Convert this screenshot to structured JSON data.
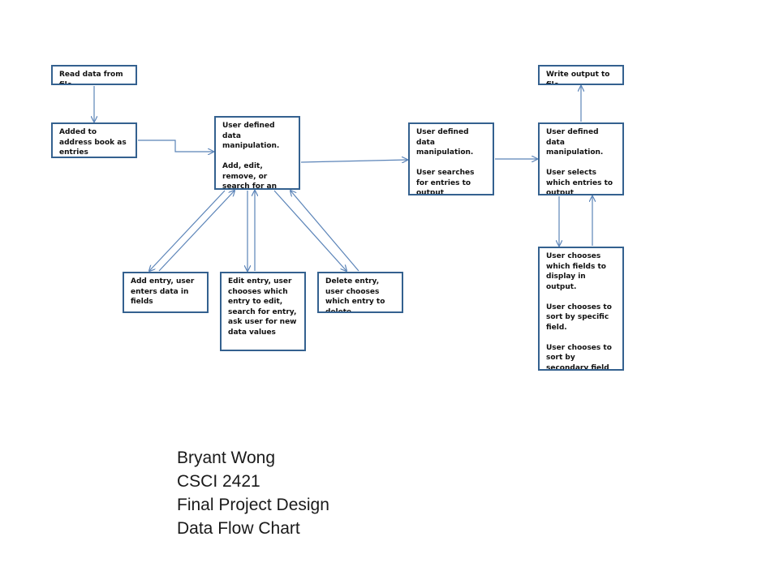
{
  "nodes": {
    "read_file": [
      "Read data from file"
    ],
    "added_entries": [
      "Added to address book as entries"
    ],
    "udm_main": [
      "User defined data manipulation.",
      "Add, edit, remove, or search for an entry."
    ],
    "udm_search": [
      "User defined data manipulation.",
      "User searches for entries to output"
    ],
    "udm_select": [
      "User defined data manipulation.",
      "User selects which entries to output"
    ],
    "write_output": [
      "Write output to file"
    ],
    "add_entry": [
      "Add entry, user enters data in fields"
    ],
    "edit_entry": [
      "Edit entry, user chooses which entry to edit, search for entry, ask user for new data values"
    ],
    "delete_entry": [
      "Delete entry, user chooses which entry to delete"
    ],
    "choose_fields": [
      "User chooses which fields to display in output.",
      "User chooses to sort by specific field.",
      "User chooses to sort by secondary field"
    ]
  },
  "caption": {
    "name": "Bryant Wong",
    "course": "CSCI 2421",
    "project": "Final Project Design",
    "title": "Data Flow Chart"
  },
  "colors": {
    "box_border": "#34618f",
    "arrow": "#5b84b8"
  }
}
